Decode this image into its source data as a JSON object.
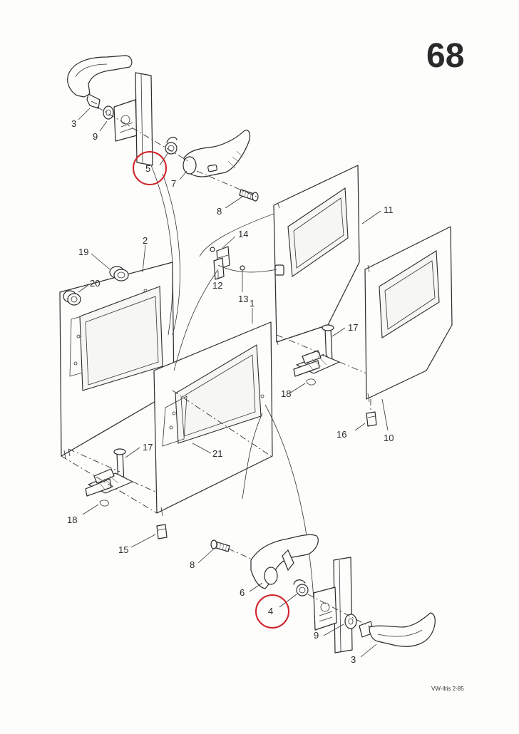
{
  "page_number": "68",
  "footer_code": "VW-Iltis 2-85",
  "highlight_color": "#d0212a",
  "callouts": [
    {
      "id": "c3a",
      "label": "3"
    },
    {
      "id": "c9a",
      "label": "9"
    },
    {
      "id": "c5",
      "label": "5",
      "highlighted": true
    },
    {
      "id": "c7",
      "label": "7"
    },
    {
      "id": "c8a",
      "label": "8"
    },
    {
      "id": "c11",
      "label": "11"
    },
    {
      "id": "c14",
      "label": "14"
    },
    {
      "id": "c2",
      "label": "2"
    },
    {
      "id": "c19",
      "label": "19"
    },
    {
      "id": "c20",
      "label": "20"
    },
    {
      "id": "c12",
      "label": "12"
    },
    {
      "id": "c13",
      "label": "13"
    },
    {
      "id": "c1",
      "label": "1"
    },
    {
      "id": "c17a",
      "label": "17"
    },
    {
      "id": "c18a",
      "label": "18"
    },
    {
      "id": "c16",
      "label": "16"
    },
    {
      "id": "c10",
      "label": "10"
    },
    {
      "id": "c21",
      "label": "21"
    },
    {
      "id": "c17b",
      "label": "17"
    },
    {
      "id": "c18b",
      "label": "18"
    },
    {
      "id": "c15",
      "label": "15"
    },
    {
      "id": "c8b",
      "label": "8"
    },
    {
      "id": "c6",
      "label": "6"
    },
    {
      "id": "c4",
      "label": "4",
      "highlighted": true
    },
    {
      "id": "c9b",
      "label": "9"
    },
    {
      "id": "c3b",
      "label": "3"
    }
  ]
}
